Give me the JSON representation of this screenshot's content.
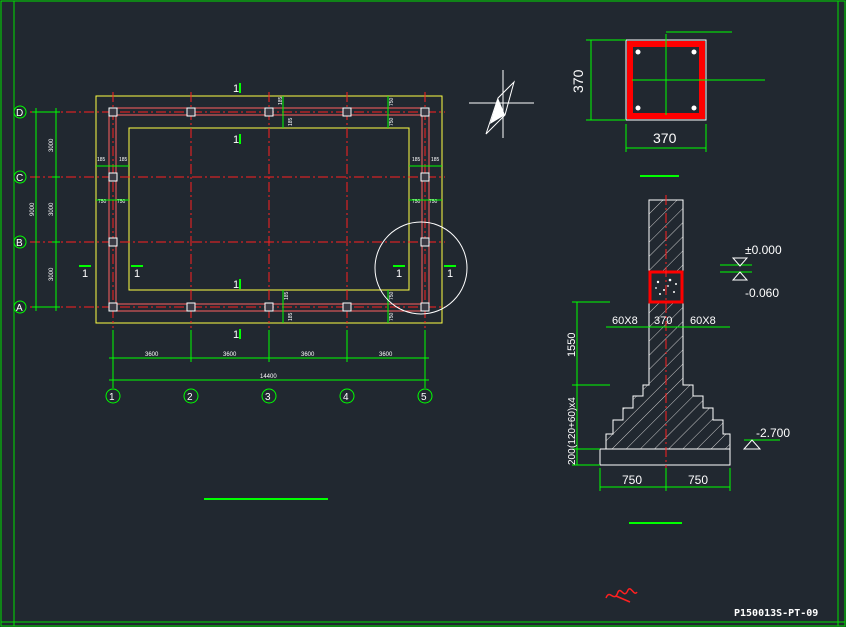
{
  "colors": {
    "background": "#212830",
    "frame": "#00e000",
    "dim": "#00ff00",
    "wall": "#ffff44",
    "axis": "#ff2020",
    "text": "#ffffff",
    "rebar": "#ff0000",
    "hatch": "#c8c8c8",
    "signature": "#ff2020"
  },
  "plan": {
    "row_axes": [
      "D",
      "C",
      "B",
      "A"
    ],
    "col_axes": [
      "1",
      "2",
      "3",
      "4",
      "5"
    ],
    "spans_x": [
      "3600",
      "3600",
      "3600",
      "3600"
    ],
    "total_x": "14400",
    "spans_y": [
      "3000",
      "3000",
      "3000"
    ],
    "total_y": "9000",
    "section_mark": "1",
    "wall_dims": {
      "d185": "185",
      "d750": "750"
    }
  },
  "column_section": {
    "width": "370",
    "height": "370"
  },
  "footing_section": {
    "level_zero": "±0.000",
    "level_minus_060": "-0.060",
    "level_minus_2700": "-2.700",
    "dim_left": "60X8",
    "dim_center": "370",
    "dim_right": "60X8",
    "h_1550": "1550",
    "h_steps": "(120+60)x4",
    "h_200": "200",
    "base_left": "750",
    "base_right": "750"
  },
  "drawing_number": "P150013S-PT-09"
}
